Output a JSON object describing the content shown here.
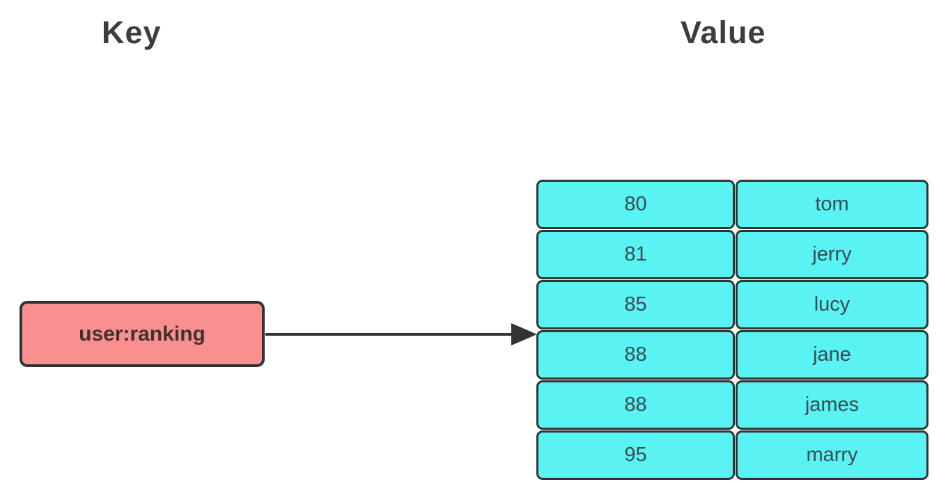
{
  "headings": {
    "key": "Key",
    "value": "Value"
  },
  "key_box": {
    "label": "user:ranking"
  },
  "table": {
    "rows": [
      {
        "score": "80",
        "member": "tom"
      },
      {
        "score": "81",
        "member": "jerry"
      },
      {
        "score": "85",
        "member": "lucy"
      },
      {
        "score": "88",
        "member": "jane"
      },
      {
        "score": "88",
        "member": "james"
      },
      {
        "score": "95",
        "member": "marry"
      }
    ]
  },
  "colors": {
    "background": "#ffffff",
    "key_box_fill": "#f98f8f",
    "cell_fill": "#5af3f3",
    "stroke": "#333333",
    "heading_text": "#3d3d3d",
    "cell_text": "#3a4b52",
    "key_text": "#403230"
  }
}
